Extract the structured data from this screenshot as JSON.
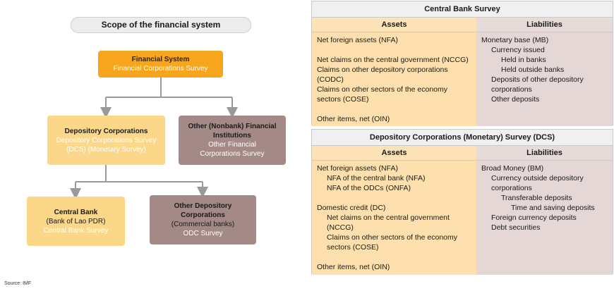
{
  "diagram": {
    "title": "Scope of the financial system",
    "financial_system": {
      "title": "Financial System",
      "subtitle": "Financial Corporations Survey"
    },
    "depository": {
      "title": "Depository Corporations",
      "sub1": "Depository Corporations Survey",
      "sub2": "(DCS) (Monetary Survey)"
    },
    "other_nonbank": {
      "title1": "Other (Nonbank) Financial",
      "title2": "Institutions",
      "sub1": "Other Financial",
      "sub2": "Corporations Survey"
    },
    "central_bank": {
      "title": "Central Bank",
      "sub1": "(Bank of Lao PDR)",
      "sub2": "Central Bank Survey"
    },
    "odc": {
      "title1": "Other Depository",
      "title2": "Corporations",
      "sub1": "(Commercial banks)",
      "sub2": "ODC Survey"
    },
    "source": "Source: IMF"
  },
  "cbs": {
    "title": "Central Bank Survey",
    "assets_header": "Assets",
    "liabilities_header": "Liabilities",
    "assets": [
      "Net foreign assets (NFA)",
      "",
      "Net claims on the central government (NCCG)",
      "Claims on other depository corporations",
      "(CODC)",
      "Claims on other sectors of the economy",
      "sectors (COSE)",
      "",
      "Other items, net (OIN)"
    ],
    "liabilities": [
      "Monetary base (MB)",
      "Currency issued",
      "Held in banks",
      "Held outside banks",
      "Deposits of other depository",
      "corporations",
      "Other deposits"
    ]
  },
  "dcs": {
    "title": "Depository Corporations (Monetary) Survey (DCS)",
    "assets_header": "Assets",
    "liabilities_header": "Liabilities",
    "assets": [
      "Net foreign assets (NFA)",
      "NFA of the central bank (NFA)",
      "NFA of the ODCs (ONFA)",
      "",
      "Domestic credit (DC)",
      "Net claims on the central government",
      "(NCCG)",
      "Claims on other sectors of the economy",
      "sectors (COSE)",
      "",
      "Other items, net (OIN)"
    ],
    "liabilities": [
      "Broad Money (BM)",
      "Currency outside depository",
      "corporations",
      "Transferable deposits",
      "Time and saving deposits",
      "Foreign currency deposits",
      "Debt securities"
    ]
  },
  "colors": {
    "orange": "#f7a51c",
    "light_orange": "#fbd78a",
    "mauve": "#a48a87",
    "assets_bg": "#fde0ad",
    "liabilities_bg": "#e4d7d5",
    "connector": "#9a9a9a"
  }
}
